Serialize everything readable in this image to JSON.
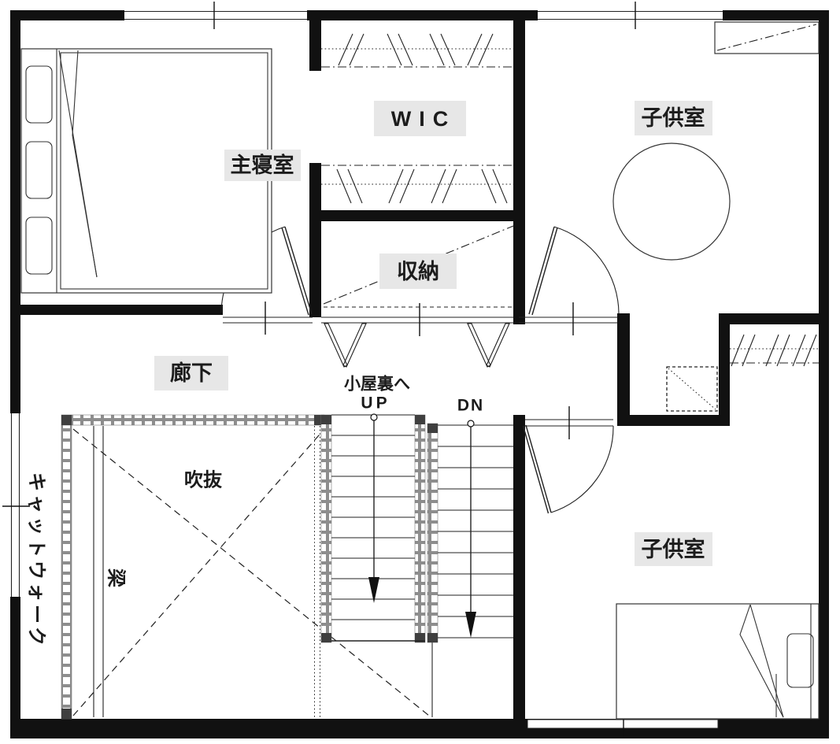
{
  "plan": {
    "type": "floor-plan",
    "floor": "2F",
    "colors": {
      "background": "#ffffff",
      "wall": "#111111",
      "line": "#222222",
      "label_background": "#e7e7e7",
      "railing_checker": "#8d8d8d",
      "railing_cap": "#3f3f3f"
    },
    "rooms": {
      "master_bedroom": {
        "label": "主寝室"
      },
      "wic": {
        "label": "WIC"
      },
      "kids_room_north": {
        "label": "子供室"
      },
      "kids_room_south": {
        "label": "子供室"
      },
      "storage": {
        "label": "収納"
      },
      "hallway": {
        "label": "廊下"
      },
      "void": {
        "label": "吹抜"
      },
      "beam": {
        "label": "梁"
      },
      "catwalk": {
        "label": "キャットウォーク"
      }
    },
    "stairs": {
      "attic_line1": "小屋裏へ",
      "attic_line2": "UP",
      "down": "DN"
    },
    "furniture": {
      "master_bedroom": "double-bed",
      "kids_room_north": [
        "round-rug",
        "desk"
      ],
      "kids_room_south": "single-bed"
    }
  }
}
